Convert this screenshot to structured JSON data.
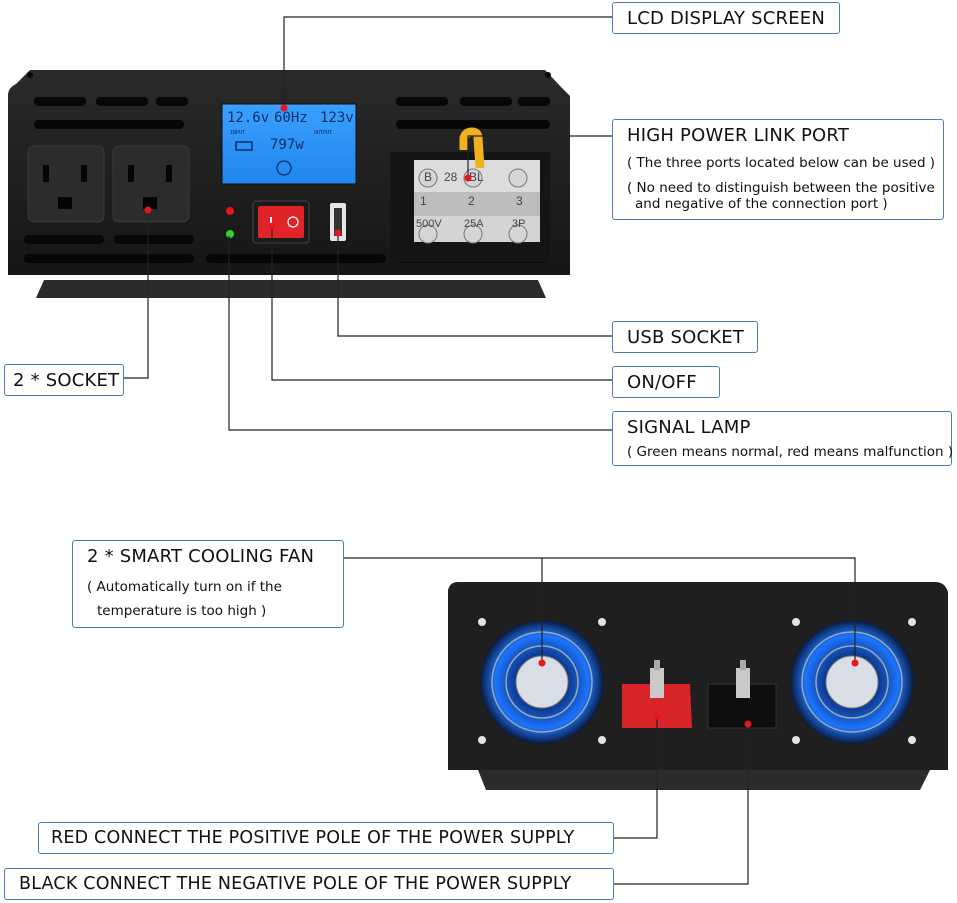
{
  "lcd": {
    "voltage_in": "12.6v",
    "frequency": "60Hz",
    "voltage_out": "123v",
    "input_label": "INPUT",
    "output_label": "OUTPUT",
    "power": "797w"
  },
  "terminal": {
    "top": [
      "B",
      "28",
      "BL"
    ],
    "numbers": [
      "1",
      "2",
      "3"
    ],
    "bottom": [
      "500V",
      "25A",
      "3P"
    ]
  },
  "labels": {
    "lcd_display": "LCD DISPLAY SCREEN",
    "high_power_link": "HIGH POWER LINK PORT",
    "high_power_link_sub1": "( The three ports located below can be used )",
    "high_power_link_sub2": "( No need to distinguish between the positive",
    "high_power_link_sub3": "and negative of the connection port )",
    "usb_socket": "USB SOCKET",
    "socket": "2 * SOCKET",
    "on_off": "ON/OFF",
    "signal_lamp": "SIGNAL LAMP",
    "signal_lamp_sub": "( Green means normal, red means malfunction )",
    "cooling_fan": "2 * SMART COOLING FAN",
    "cooling_fan_sub1": "( Automatically turn on if the",
    "cooling_fan_sub2": "temperature is too high )",
    "red_positive": "RED CONNECT THE POSITIVE POLE OF THE POWER SUPPLY",
    "black_negative": "BLACK CONNECT THE NEGATIVE POLE OF THE POWER SUPPLY"
  },
  "colors": {
    "accent_border": "#4a7fb5",
    "lcd_blue": "#2a8ff0",
    "pointer_red": "#e8141e",
    "lamp_green": "#2fd52f",
    "fan_glow": "#1c74ff",
    "body_dark": "#1e1e1e"
  }
}
